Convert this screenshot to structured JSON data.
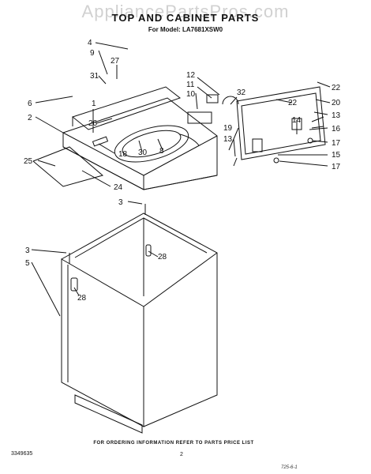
{
  "watermark": "AppliancePartsPros.com",
  "title": "TOP AND CABINET PARTS",
  "model_line": "For Model: LA7681XSW0",
  "callouts": [
    "4",
    "9",
    "27",
    "31",
    "6",
    "1",
    "26",
    "2",
    "25",
    "18",
    "30",
    "8",
    "24",
    "12",
    "11",
    "10",
    "32",
    "22",
    "20",
    "13",
    "14",
    "16",
    "17",
    "15",
    "19",
    "13",
    "3",
    "28",
    "3",
    "5",
    "28"
  ],
  "footer": "FOR ORDERING INFORMATION REFER TO PARTS PRICE LIST",
  "doc_number": "3349635",
  "page_number": "2",
  "code": "725-6-1"
}
